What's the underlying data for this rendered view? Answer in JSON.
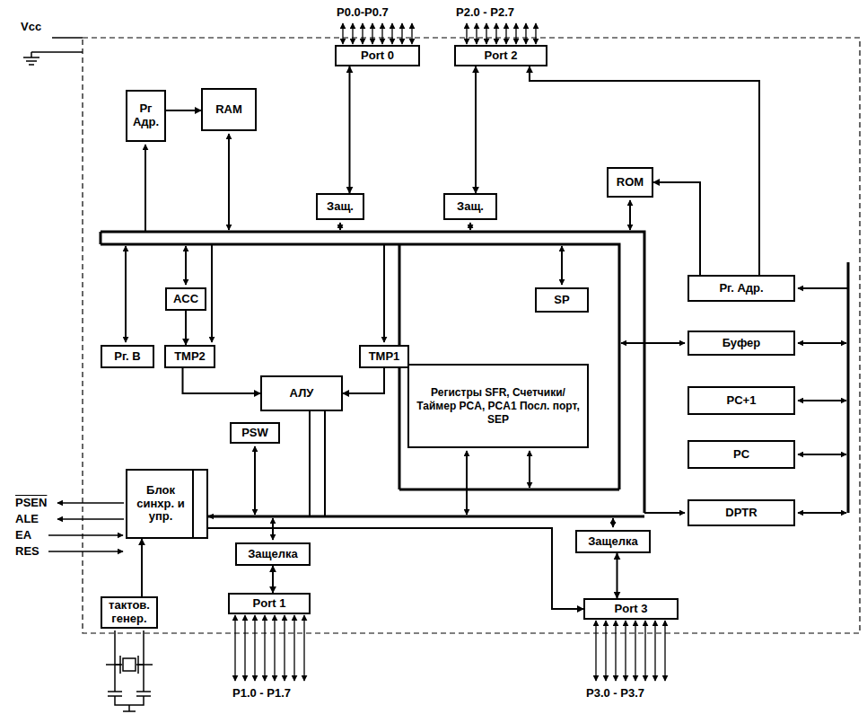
{
  "diagram": {
    "nodes": [
      {
        "text": [
          "Port 0"
        ]
      },
      {
        "text": [
          "Port 2"
        ]
      },
      {
        "text": [
          "Рг Адр."
        ]
      },
      {
        "text": [
          "RAM"
        ]
      },
      {
        "text": [
          "Защ."
        ]
      },
      {
        "text": [
          "Защ."
        ]
      },
      {
        "text": [
          "ROM"
        ]
      },
      {
        "text": [
          "ACC"
        ]
      },
      {
        "text": [
          "SP"
        ]
      },
      {
        "text": [
          "Рг. Адр."
        ]
      },
      {
        "text": [
          "Рг. В"
        ]
      },
      {
        "text": [
          "TMP2"
        ]
      },
      {
        "text": [
          "TMP1"
        ]
      },
      {
        "text": [
          "Буфер"
        ]
      },
      {
        "text": [
          "АЛУ"
        ]
      },
      {
        "text": [
          "Регистры SFR, Счетчики/Таймер PCA, PCA1 Посл. порт, SEP"
        ]
      },
      {
        "text": [
          "PC+1"
        ]
      },
      {
        "text": [
          "PSW"
        ]
      },
      {
        "text": [
          "PC"
        ]
      },
      {
        "text": [
          "Блок синхр. и упр."
        ]
      },
      {
        "text": [
          "DPTR"
        ]
      },
      {
        "text": [
          "тактов. генер."
        ]
      },
      {
        "text": [
          "Защелка"
        ]
      },
      {
        "text": [
          "Защелка"
        ]
      },
      {
        "text": [
          "Port 1"
        ]
      },
      {
        "text": [
          "Port 3"
        ]
      }
    ],
    "edges": [
      {
        "from": 0,
        "to": 4,
        "arrow": "both"
      },
      {
        "from": 1,
        "to": 5,
        "arrow": "both"
      },
      {
        "from": 2,
        "to": 3,
        "arrow": "to"
      },
      {
        "from": 7,
        "to": 11,
        "arrow": "to"
      },
      {
        "from": 11,
        "to": 14,
        "arrow": "to"
      },
      {
        "from": 12,
        "to": 14,
        "arrow": "to"
      },
      {
        "from": 9,
        "to": 6,
        "arrow": "to"
      },
      {
        "from": 9,
        "to": 1,
        "arrow": "to"
      },
      {
        "from": 19,
        "to": 25,
        "arrow": "to"
      },
      {
        "from": 21,
        "to": 19,
        "arrow": "to"
      },
      {
        "from": 22,
        "to": 24,
        "arrow": "both"
      },
      {
        "from": 23,
        "to": 25,
        "arrow": "both"
      }
    ],
    "labels": [
      "P0.0-P0.7",
      "P2.0 - P2.7",
      "Vcc",
      "PSEN",
      "ALE",
      "EA",
      "RES",
      "P1.0 - P1.7",
      "P3.0 - P3.7"
    ]
  }
}
